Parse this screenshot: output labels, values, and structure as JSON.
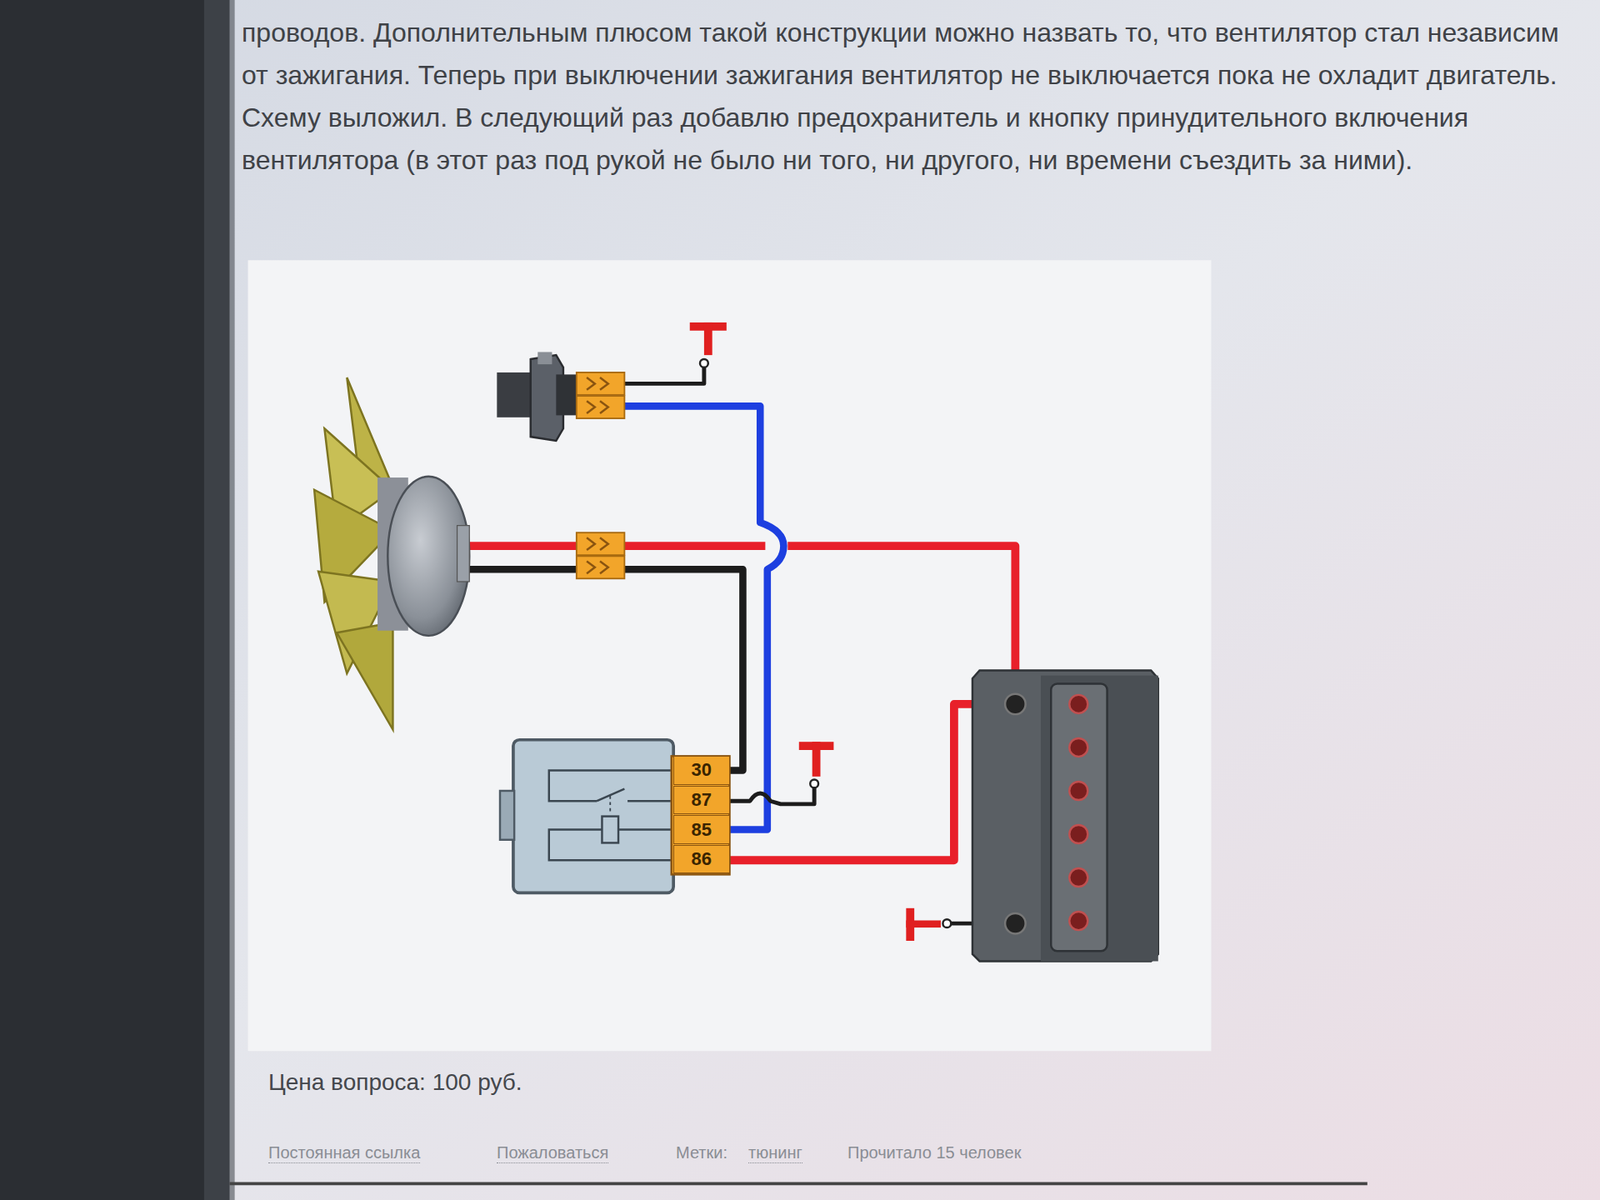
{
  "diagram": {
    "nodes": [
      {
        "text": [
          "30"
        ]
      },
      {
        "text": [
          "87"
        ]
      },
      {
        "text": [
          "85"
        ]
      },
      {
        "text": [
          "86"
        ]
      }
    ],
    "labels": [
      "проводов. Дополнительным плюсом такой конструкции можно назвать то, что вентилятор стал независим от зажигания. Теперь при выключении зажигания вентилятор не выключается пока не охладит двигатель. Схему выложил. В следующий раз добавлю предохранитель и кнопку принудительного включения вентилятора (в этот раз под рукой не было ни того, ни другого, ни времени съездить за ними).",
      "Цена вопроса: 100 руб.",
      "Постоянная ссылка",
      "Пожаловаться",
      "Метки:",
      "тюнинг",
      "Прочитало 15 человек"
    ]
  }
}
